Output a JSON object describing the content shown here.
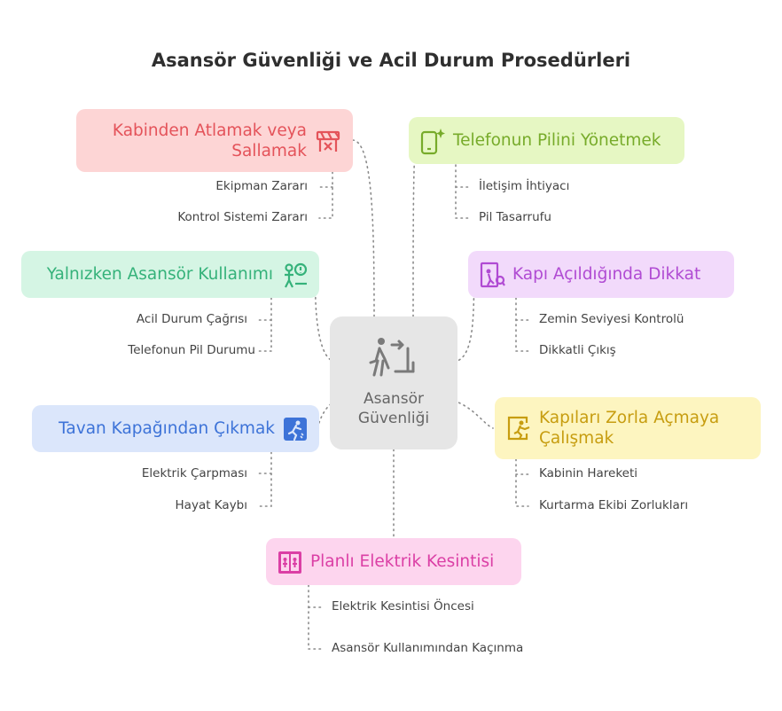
{
  "title": "Asansör Güvenliği ve Acil Durum Prosedürleri",
  "center": {
    "label_line1": "Asansör",
    "label_line2": "Güvenliği",
    "icon": "elevator-person-icon"
  },
  "colors": {
    "red_bg": "#fdd5d5",
    "red_text": "#e4535a",
    "lime_bg": "#e6f7c3",
    "lime_text": "#77ab2a",
    "green_bg": "#d5f5e4",
    "green_text": "#35b27a",
    "purple_bg": "#f2dafb",
    "purple_text": "#b04bd3",
    "blue_bg": "#dbe6fb",
    "blue_text": "#3d73d8",
    "yellow_bg": "#fdf5c0",
    "yellow_text": "#c79d10",
    "pink_bg": "#fdd5ee",
    "pink_text": "#db3fa5",
    "center_bg": "#e6e6e6"
  },
  "branches": {
    "jump": {
      "line1": "Kabinden Atlamak veya",
      "line2": "Sallamak",
      "icon": "warning-barrier-icon",
      "leaves": [
        "Ekipman Zararı",
        "Kontrol Sistemi Zararı"
      ]
    },
    "phone": {
      "label": "Telefonun Pilini Yönetmek",
      "icon": "phone-sparkle-icon",
      "leaves": [
        "İletişim İhtiyacı",
        "Pil Tasarrufu"
      ]
    },
    "alone": {
      "label": "Yalnızken Asansör Kullanımı",
      "icon": "person-alert-icon",
      "leaves": [
        "Acil Durum Çağrısı",
        "Telefonun Pil Durumu"
      ]
    },
    "door": {
      "label": "Kapı Açıldığında Dikkat",
      "icon": "door-person-icon",
      "leaves": [
        "Zemin Seviyesi Kontrolü",
        "Dikkatli Çıkış"
      ]
    },
    "ceiling": {
      "label": "Tavan Kapağından Çıkmak",
      "icon": "climbing-person-icon",
      "leaves": [
        "Elektrik Çarpması",
        "Hayat Kaybı"
      ]
    },
    "force": {
      "line1": "Kapıları Zorla Açmaya",
      "line2": "Çalışmak",
      "icon": "exit-door-icon",
      "leaves": [
        "Kabinin Hareketi",
        "Kurtarma Ekibi Zorlukları"
      ]
    },
    "power": {
      "label": "Planlı Elektrik Kesintisi",
      "icon": "elevator-panel-icon",
      "leaves": [
        "Elektrik Kesintisi Öncesi",
        "Asansör Kullanımından Kaçınma"
      ]
    }
  }
}
